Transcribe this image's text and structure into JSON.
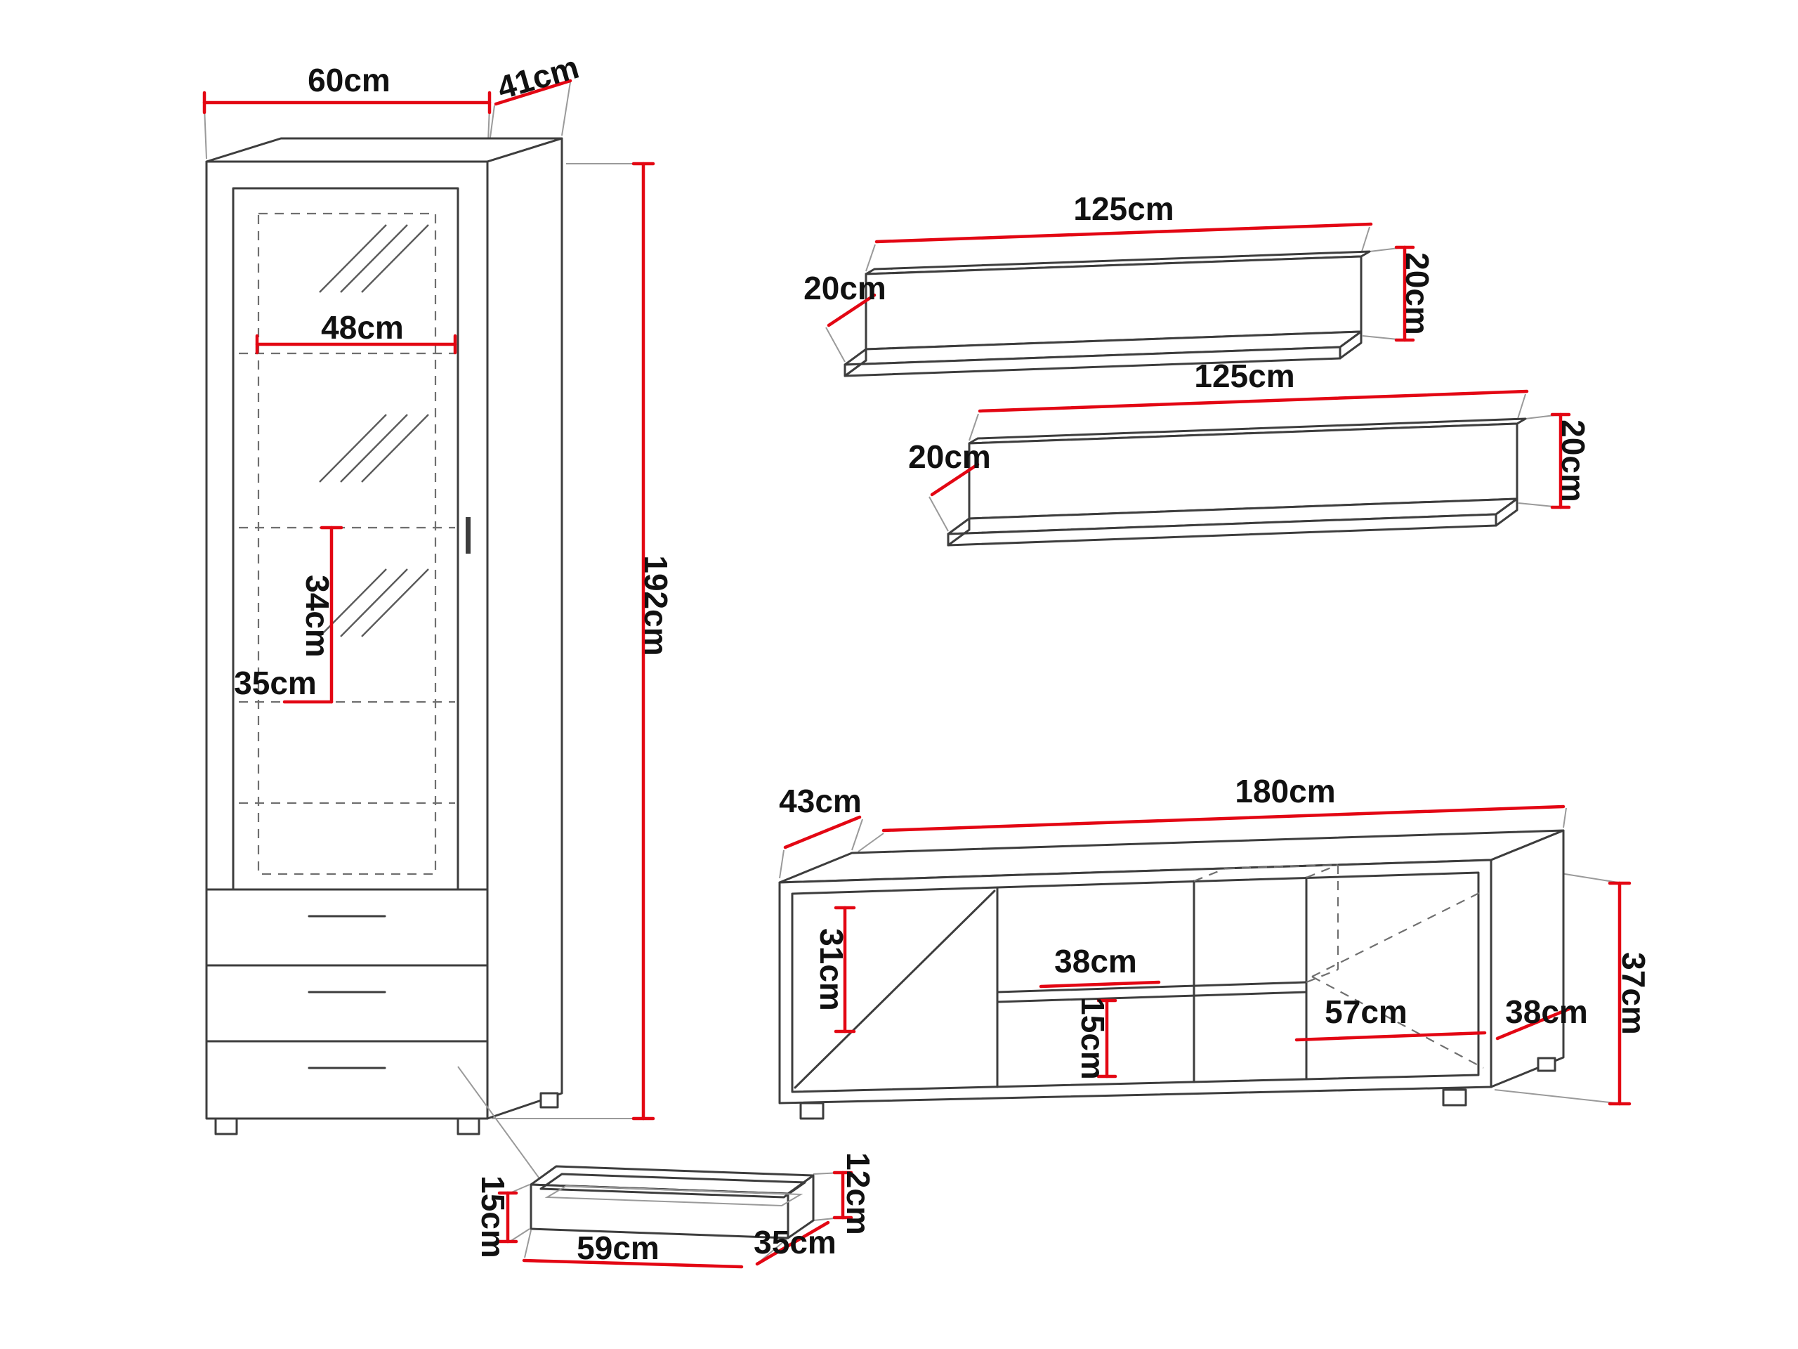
{
  "colors": {
    "background": "#ffffff",
    "outline": "#3d3d3d",
    "dimension_red": "#e30613",
    "label_text": "#111111"
  },
  "cabinet": {
    "width": "60cm",
    "depth": "41cm",
    "height": "192cm",
    "inner_width": "48cm",
    "shelf_spacing": "34cm",
    "shelf_depth": "35cm"
  },
  "wall_shelf_top": {
    "length": "125cm",
    "depth": "20cm",
    "height": "20cm"
  },
  "wall_shelf_bottom": {
    "length": "125cm",
    "depth": "20cm",
    "height": "20cm"
  },
  "tv_stand": {
    "depth": "43cm",
    "width": "180cm",
    "height": "37cm",
    "left_compartment_height": "31cm",
    "middle_shelf_width": "38cm",
    "middle_shelf_gap": "15cm",
    "right_compartment_width": "57cm",
    "right_compartment_depth": "38cm"
  },
  "drawer": {
    "side_height": "12cm",
    "front_height": "15cm",
    "width": "59cm",
    "depth": "35cm"
  }
}
